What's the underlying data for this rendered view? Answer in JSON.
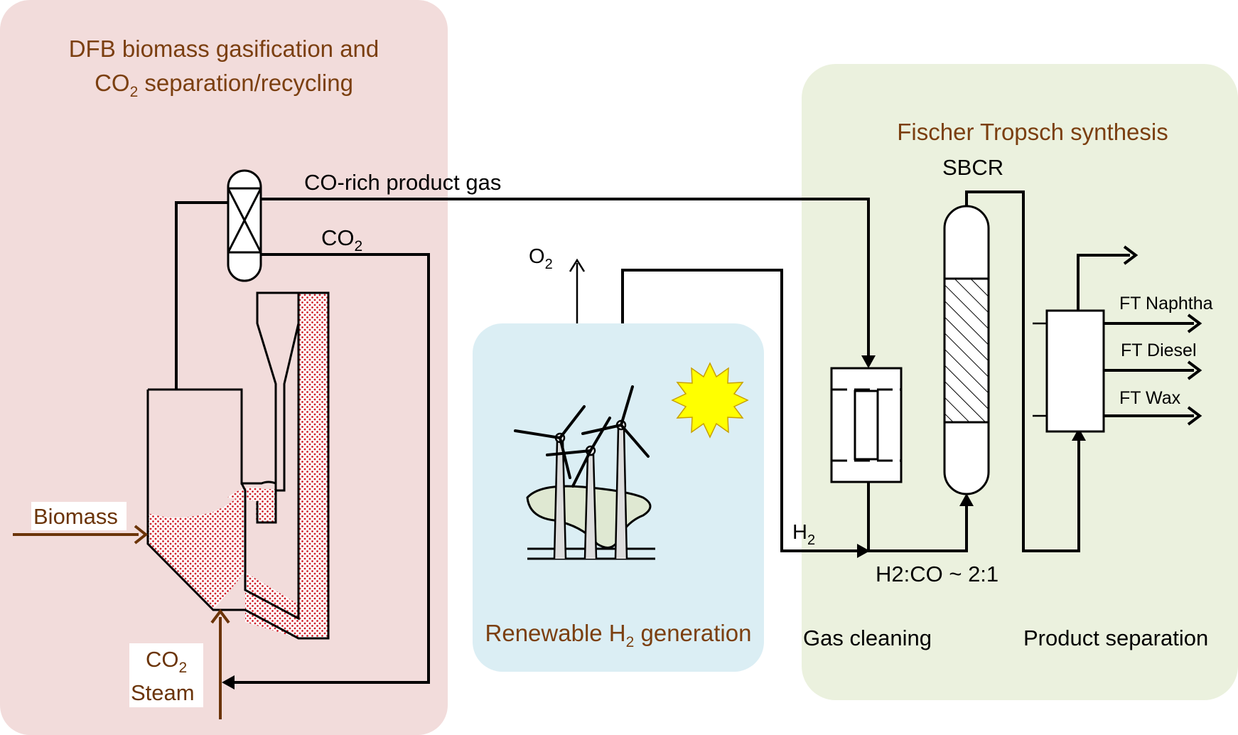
{
  "panels": {
    "gasification": {
      "title_line1": "DFB biomass gasification and",
      "title_line2_prefix": "CO",
      "title_line2_sub": "2",
      "title_line2_suffix": " separation/recycling",
      "color": "#f2dcdb"
    },
    "renewable": {
      "title_prefix": "Renewable H",
      "title_sub": "2",
      "title_suffix": " generation",
      "color": "#dbeef4"
    },
    "fischer": {
      "title": "Fischer Tropsch synthesis",
      "color": "#ebf1de"
    }
  },
  "labels": {
    "co_rich_gas": "CO-rich product gas",
    "co2_top": "CO",
    "co2_top_sub": "2",
    "o2": "O",
    "o2_sub": "2",
    "sbcr": "SBCR",
    "biomass": "Biomass",
    "co2_bottom": "CO",
    "co2_bottom_sub": "2",
    "steam": "Steam",
    "h2": "H",
    "h2_sub": "2",
    "ratio": "H2:CO ~ 2:1",
    "gas_cleaning": "Gas cleaning",
    "product_separation": "Product separation",
    "ft_naphtha": "FT Naphtha",
    "ft_diesel": "FT Diesel",
    "ft_wax": "FT Wax"
  },
  "colors": {
    "title_text": "#7b3f10",
    "brown_arrow": "#6b3408",
    "bed_dots": "#d0202a",
    "sun": "#ffff00"
  },
  "icons": [
    "wind-turbine-icon",
    "sun-icon"
  ]
}
